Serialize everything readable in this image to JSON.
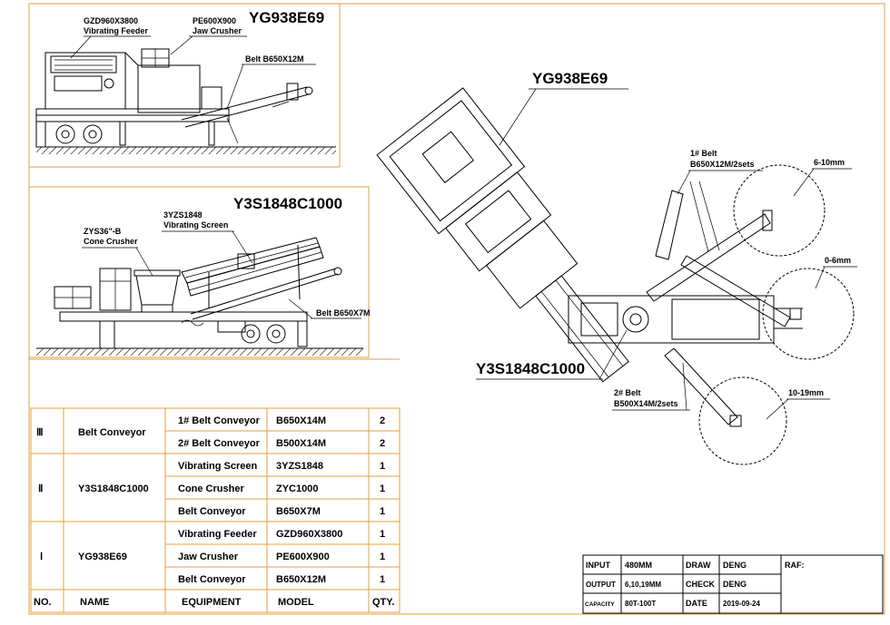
{
  "machine1": {
    "title": "YG938E69",
    "feeder_model": "GZD960X3800",
    "feeder_name": "Vibrating Feeder",
    "crusher_model": "PE600X900",
    "crusher_name": "Jaw Crusher",
    "belt": "Belt B650X12M"
  },
  "machine2": {
    "title": "Y3S1848C1000",
    "screen_model": "3YZS1848",
    "screen_name": "Vibrating Screen",
    "cone_model": "ZYS36\"-B",
    "cone_name": "Cone Crusher",
    "belt": "Belt B650X7M"
  },
  "plan": {
    "label_top": "YG938E69",
    "label_bottom": "Y3S1848C1000",
    "belt1_title": "1# Belt",
    "belt1_spec": "B650X12M/2sets",
    "belt2_title": "2# Belt",
    "belt2_spec": "B500X14M/2sets",
    "pile1": "6-10mm",
    "pile2": "0-6mm",
    "pile3": "10-19mm"
  },
  "parts_table": {
    "headers": [
      "NO.",
      "NAME",
      "EQUIPMENT",
      "MODEL",
      "QTY."
    ],
    "groups": [
      {
        "no": "Ⅲ",
        "name": "Belt Conveyor",
        "rows": [
          {
            "equipment": "1# Belt Conveyor",
            "model": "B650X14M",
            "qty": "2"
          },
          {
            "equipment": "2# Belt Conveyor",
            "model": "B500X14M",
            "qty": "2"
          }
        ]
      },
      {
        "no": "Ⅱ",
        "name": "Y3S1848C1000",
        "rows": [
          {
            "equipment": "Vibrating Screen",
            "model": "3YZS1848",
            "qty": "1"
          },
          {
            "equipment": "Cone Crusher",
            "model": "ZYC1000",
            "qty": "1"
          },
          {
            "equipment": "Belt Conveyor",
            "model": "B650X7M",
            "qty": "1"
          }
        ]
      },
      {
        "no": "Ⅰ",
        "name": "YG938E69",
        "rows": [
          {
            "equipment": "Vibrating Feeder",
            "model": "GZD960X3800",
            "qty": "1"
          },
          {
            "equipment": "Jaw Crusher",
            "model": "PE600X900",
            "qty": "1"
          },
          {
            "equipment": "Belt Conveyor",
            "model": "B650X12M",
            "qty": "1"
          }
        ]
      }
    ]
  },
  "title_block": {
    "input_label": "INPUT",
    "input_value": "480MM",
    "output_label": "OUTPUT",
    "output_value": "6,10,19MM",
    "capacity_label": "CAPACITY",
    "capacity_value": "80T-100T",
    "draw_label": "DRAW",
    "draw_value": "DENG",
    "check_label": "CHECK",
    "check_value": "DENG",
    "date_label": "DATE",
    "date_value": "2019-09-24",
    "raf_label": "RAF:"
  },
  "colors": {
    "frame": "#e0a040",
    "ink": "#000000"
  }
}
